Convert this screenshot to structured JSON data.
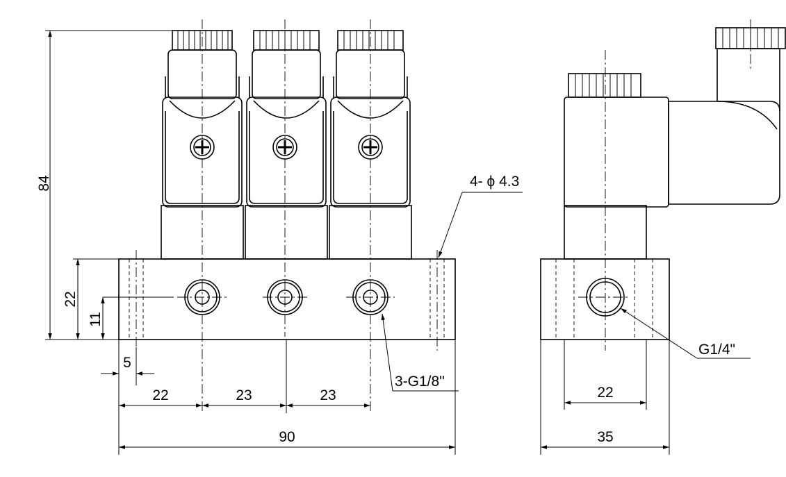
{
  "dimensions": {
    "total_height": "84",
    "base_height": "22",
    "port_height": "11",
    "edge_offset": "5",
    "pitch_first": "22",
    "pitch_second": "23",
    "pitch_third": "23",
    "total_length": "90",
    "side_port_spacing": "22",
    "side_width": "35"
  },
  "callouts": {
    "mounting_holes": "4- ϕ 4.3",
    "outlet_ports": "3-G1/8\"",
    "inlet_port": "G1/4\""
  }
}
